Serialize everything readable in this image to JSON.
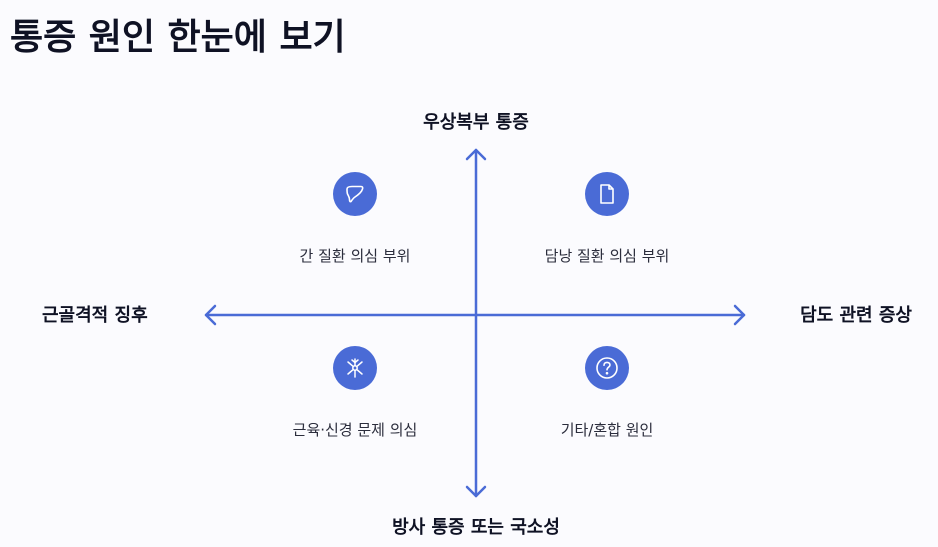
{
  "title": "통증 원인 한눈에 보기",
  "axes": {
    "top": "우상복부 통증",
    "bottom": "방사 통증 또는 국소성",
    "left": "근골격적 징후",
    "right": "담도 관련 증상"
  },
  "quadrants": {
    "top_left": {
      "label": "간 질환 의심 부위",
      "icon": "liver-icon"
    },
    "top_right": {
      "label": "담낭 질환 의심 부위",
      "icon": "document-icon"
    },
    "bottom_left": {
      "label": "근육·신경 문제 의심",
      "icon": "nerve-icon"
    },
    "bottom_right": {
      "label": "기타/혼합 원인",
      "icon": "question-icon"
    }
  },
  "colors": {
    "accent": "#4a6bd6",
    "title": "#0f1224",
    "background": "#fbfbfe"
  }
}
